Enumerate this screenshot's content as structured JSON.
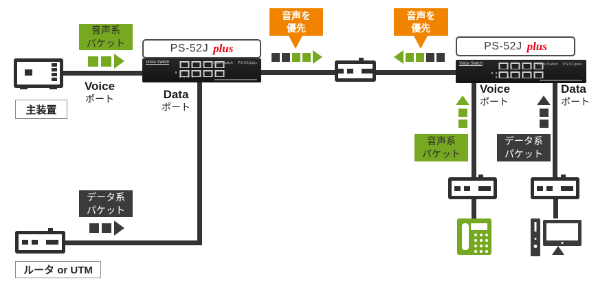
{
  "colors": {
    "green": "#76A822",
    "orange": "#F08300",
    "dark": "#3A3A3A",
    "line": "#333333",
    "red": "#E60012",
    "panel_black": "#1B1B1B"
  },
  "switch": {
    "model": "PS-52J",
    "suffix": "plus",
    "brand": "Voice Switch",
    "panel_model": "PS-52Jplus"
  },
  "devices": {
    "main_unit": "主装置",
    "router": "ルータ or UTM"
  },
  "ports": {
    "voice": "Voice",
    "data": "Data",
    "port_ja": "ポート"
  },
  "callouts": {
    "priority_l1": "音声を",
    "priority_l2": "優先",
    "voice_packet_l1": "音声系",
    "voice_packet_l2": "パケット",
    "data_packet_l1": "データ系",
    "data_packet_l2": "パケット"
  }
}
